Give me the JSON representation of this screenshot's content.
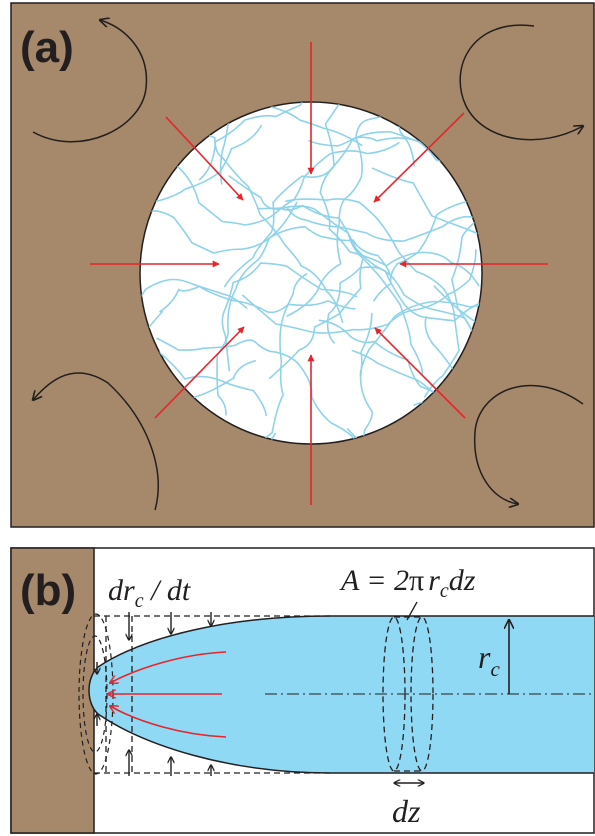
{
  "panel_a": {
    "label": "(a)",
    "colors": {
      "matrix": "#a6896a",
      "fibers": "#8ed3ea",
      "arrows": "#e8242b",
      "outline": "#231f20"
    }
  },
  "panel_b": {
    "label": "(b)",
    "rate_label": {
      "var": "dr",
      "sub": "c",
      "rest": " / dt"
    },
    "area_label": {
      "prefix": "A = 2",
      "pi": "π",
      "var": "r",
      "sub": "c",
      "rest": "dz"
    },
    "radius_label": {
      "var": "r",
      "sub": "c"
    },
    "dz_label": "dz",
    "colors": {
      "matrix": "#a6896a",
      "cylinder": "#8fd9f5",
      "arrows": "#e8242b",
      "outline": "#231f20"
    }
  }
}
